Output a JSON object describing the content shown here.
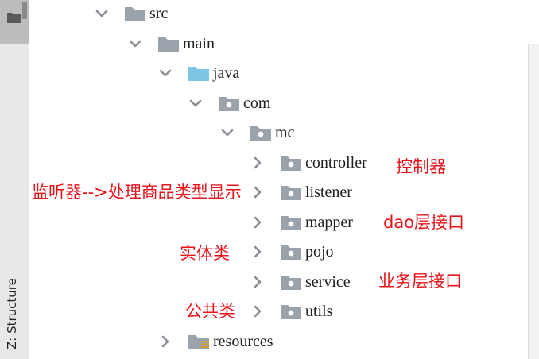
{
  "side_panel": {
    "structure_label": "Z: Structure"
  },
  "tree": [
    {
      "label": "src",
      "expanded": true,
      "icon": "folder-gray"
    },
    {
      "label": "main",
      "expanded": true,
      "icon": "folder-gray"
    },
    {
      "label": "java",
      "expanded": true,
      "icon": "folder-blue-source"
    },
    {
      "label": "com",
      "expanded": true,
      "icon": "package-folder"
    },
    {
      "label": "mc",
      "expanded": true,
      "icon": "package-folder"
    },
    {
      "label": "controller",
      "expanded": false,
      "icon": "package-folder"
    },
    {
      "label": "listener",
      "expanded": false,
      "icon": "package-folder"
    },
    {
      "label": "mapper",
      "expanded": false,
      "icon": "package-folder"
    },
    {
      "label": "pojo",
      "expanded": false,
      "icon": "package-folder"
    },
    {
      "label": "service",
      "expanded": false,
      "icon": "package-folder"
    },
    {
      "label": "utils",
      "expanded": false,
      "icon": "package-folder"
    },
    {
      "label": "resources",
      "expanded": false,
      "icon": "resources-folder"
    }
  ],
  "annotations": {
    "controller": "控制器",
    "listener": "监听器-->处理商品类型显示",
    "mapper": "dao层接口",
    "pojo": "实体类",
    "service": "业务层接口",
    "utils": "公共类"
  },
  "colors": {
    "annotation": "#e8141b",
    "folder_gray": "#9aa2ab",
    "folder_blue": "#7ec6e6",
    "arrow": "#8a8f95"
  }
}
